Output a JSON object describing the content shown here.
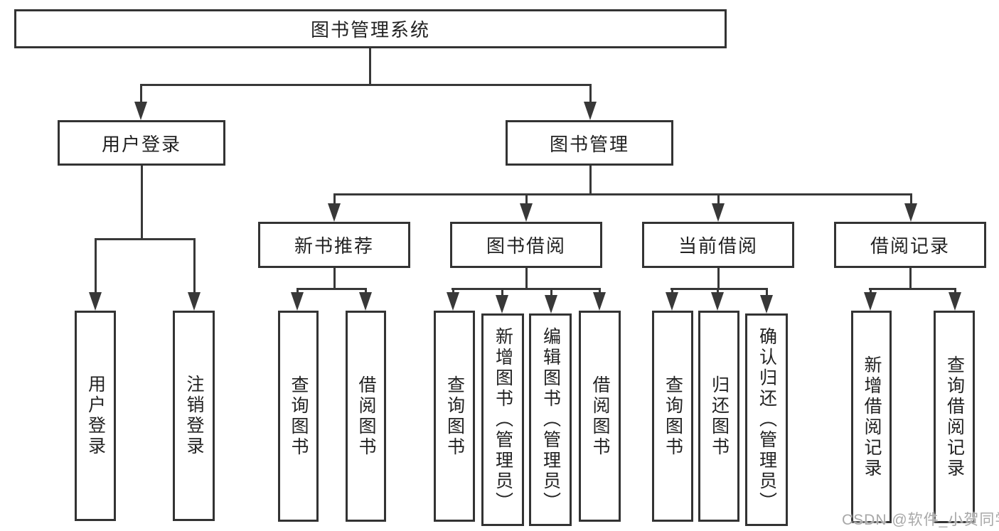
{
  "diagram": {
    "type": "hierarchy",
    "root": {
      "label": "图书管理系统",
      "children": [
        {
          "label": "用户登录",
          "children": [
            {
              "label": "用户登录"
            },
            {
              "label": "注销登录"
            }
          ]
        },
        {
          "label": "图书管理",
          "children": [
            {
              "label": "新书推荐",
              "children": [
                {
                  "label": "查询图书"
                },
                {
                  "label": "借阅图书"
                }
              ]
            },
            {
              "label": "图书借阅",
              "children": [
                {
                  "label": "查询图书"
                },
                {
                  "label": "新增图书（管理员）"
                },
                {
                  "label": "编辑图书（管理员）"
                },
                {
                  "label": "借阅图书"
                }
              ]
            },
            {
              "label": "当前借阅",
              "children": [
                {
                  "label": "查询图书"
                },
                {
                  "label": "归还图书"
                },
                {
                  "label": "确认归还（管理员）"
                }
              ]
            },
            {
              "label": "借阅记录",
              "children": [
                {
                  "label": "新增借阅记录"
                },
                {
                  "label": "查询借阅记录"
                }
              ]
            }
          ]
        }
      ]
    }
  },
  "watermark": "CSDN @软件_小贺同学",
  "colors": {
    "line": "#383838",
    "box_border": "#333333",
    "text": "#222222",
    "watermark_text": "#a8a8a8",
    "background": "#ffffff"
  }
}
